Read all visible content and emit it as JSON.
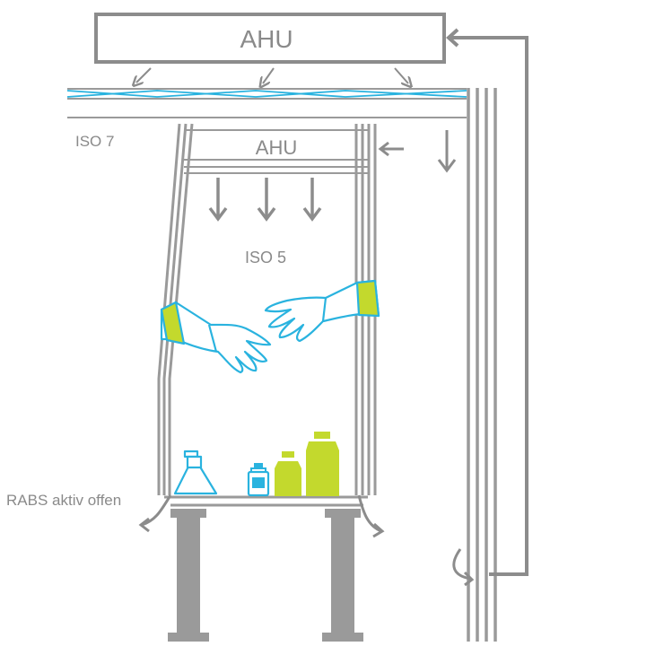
{
  "labels": {
    "ahu_top": "AHU",
    "ahu_inner": "AHU",
    "iso7": "ISO 7",
    "iso5": "ISO 5",
    "rabs": "RABS aktiv offen"
  },
  "colors": {
    "gray": "#9a9a9a",
    "dark_gray": "#8c8c8c",
    "blue": "#2ab3df",
    "green": "#c3d92d",
    "text": "#8a8a8a"
  },
  "icons": [
    "glove-left-icon",
    "glove-right-icon",
    "flask-icon",
    "vial-icon",
    "small-bottle-icon",
    "large-bottle-icon"
  ]
}
